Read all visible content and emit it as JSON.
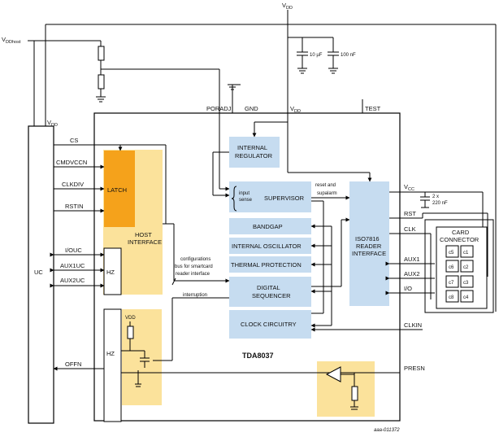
{
  "rails": {
    "vdd_top": "V",
    "vdd_top_sub": "DD",
    "vddhost": "V",
    "vddhost_sub": "DDhost",
    "vdd_uc": "V",
    "vdd_uc_sub": "DD",
    "vdd_chip": "V",
    "vdd_chip_sub": "DD"
  },
  "caps": {
    "c1": "10 µF",
    "c2": "100 nF",
    "c3": "2 x",
    "c3b": "220 nF"
  },
  "pins": {
    "poradj": "PORADJ",
    "gnd": "GND",
    "test": "TEST",
    "cs": "CS",
    "cmdvccn": "CMDVCCN",
    "clkdiv": "CLKDIV",
    "rstin": "RSTIN",
    "iouc": "I/OUC",
    "aux1uc": "AUX1UC",
    "aux2uc": "AUX2UC",
    "offn": "OFFN",
    "vcc": "V",
    "vcc_sub": "CC",
    "rst": "RST",
    "clk": "CLK",
    "aux1": "AUX1",
    "aux2": "AUX2",
    "io": "I/O",
    "clkin": "CLKIN",
    "presn": "PRESN"
  },
  "blocks": {
    "uc": "UC",
    "latch": "LATCH",
    "host_interface_1": "HOST",
    "host_interface_2": "INTERFACE",
    "hz_top": "HZ",
    "hz_bottom": "HZ",
    "vdd_local": "VDD",
    "regulator_1": "INTERNAL",
    "regulator_2": "REGULATOR",
    "input_sense_1": "input",
    "input_sense_2": "sense",
    "supervisor": "SUPERVISOR",
    "bandgap": "BANDGAP",
    "oscillator": "INTERNAL OSCILLATOR",
    "thermal": "THERMAL PROTECTION",
    "sequencer_1": "DIGITAL",
    "sequencer_2": "SEQUENCER",
    "clock": "CLOCK CIRCUITRY",
    "iso_1": "ISO7816",
    "iso_2": "READER",
    "iso_3": "INTERFACE",
    "chip_name": "TDA8037",
    "card_1": "CARD",
    "card_2": "CONNECTOR",
    "card_contacts": [
      "c5",
      "c1",
      "c6",
      "c2",
      "c7",
      "c3",
      "c8",
      "c4"
    ]
  },
  "annotations": {
    "reset_1": "reset and",
    "reset_2": "supalarm",
    "config_1": "configurations",
    "config_2": "bus for smartcard",
    "config_3": "reader interface",
    "interruption": "interruption",
    "figure_id": "aaa-011372"
  },
  "colors": {
    "block_blue": "#c6dcf0",
    "block_yellow": "#fbe29b",
    "block_orange": "#f5a21b"
  }
}
